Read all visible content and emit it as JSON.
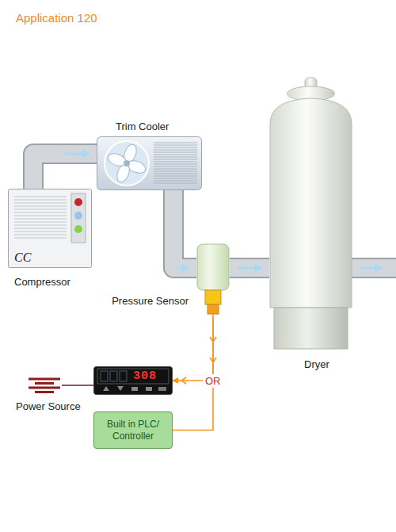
{
  "diagram": {
    "title": "Application 120",
    "nodes": [
      {
        "text": [
          "CC",
          "Compressor"
        ]
      },
      {
        "text": [
          "Trim Cooler"
        ]
      },
      {
        "text": [
          "Pressure Sensor"
        ]
      },
      {
        "text": [
          "Dryer"
        ]
      },
      {
        "text": [
          "Power Source"
        ]
      },
      {
        "text": [
          "308"
        ]
      },
      {
        "text": [
          "Built in PLC/ Controller"
        ]
      }
    ],
    "edges": [
      {
        "from": 0,
        "to": 1,
        "arrow": "to"
      },
      {
        "from": 1,
        "to": 2,
        "arrow": "to"
      },
      {
        "from": 2,
        "to": 3,
        "arrow": "to"
      },
      {
        "from": 2,
        "to": 5,
        "arrow": "to"
      },
      {
        "from": 2,
        "to": 6,
        "arrow": "none"
      },
      {
        "from": 4,
        "to": 5,
        "arrow": "none"
      }
    ],
    "labels": [
      "OR"
    ]
  }
}
